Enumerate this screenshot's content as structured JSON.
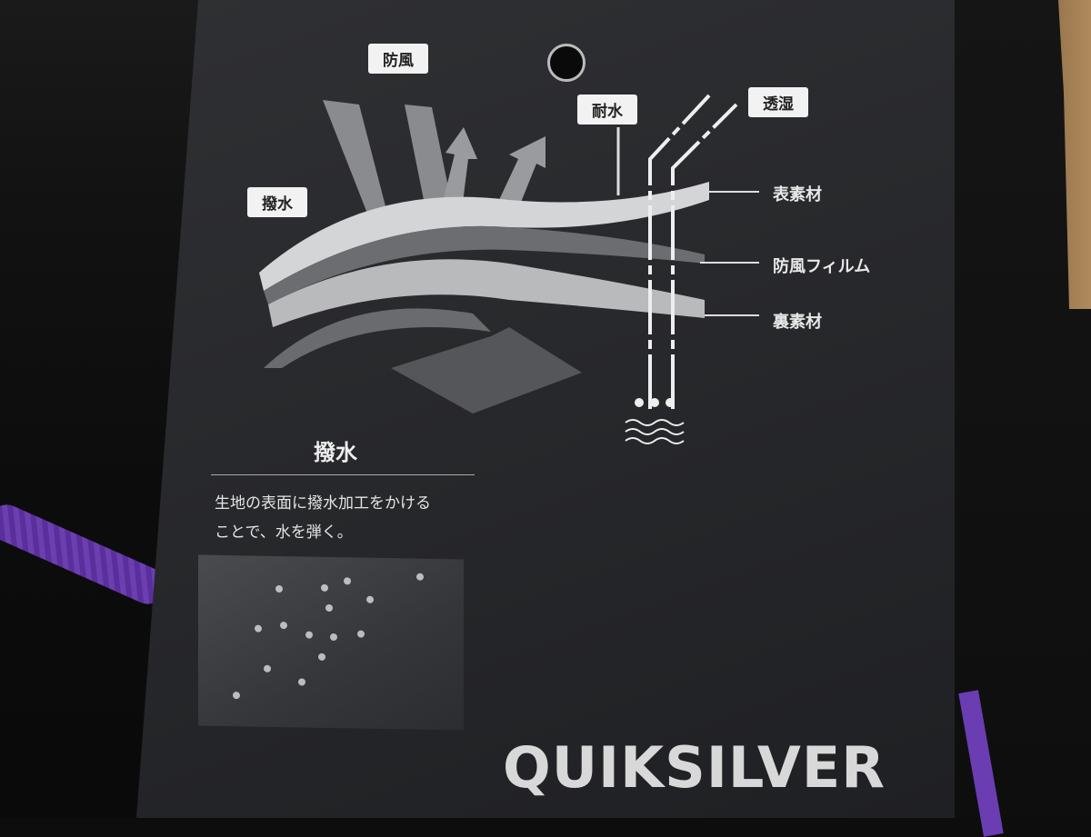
{
  "tag": {
    "labels": {
      "windproof": "防風",
      "water_resistant": "耐水",
      "breathable": "透湿",
      "water_repellent": "撥水"
    },
    "layers": {
      "outer": "表素材",
      "film": "防風フィルム",
      "inner": "裏素材"
    },
    "heading": "撥水",
    "description": [
      "生地の表面に撥水加工をかける",
      "ことで、水を弾く。"
    ],
    "brand": "QUIKSILVER"
  }
}
